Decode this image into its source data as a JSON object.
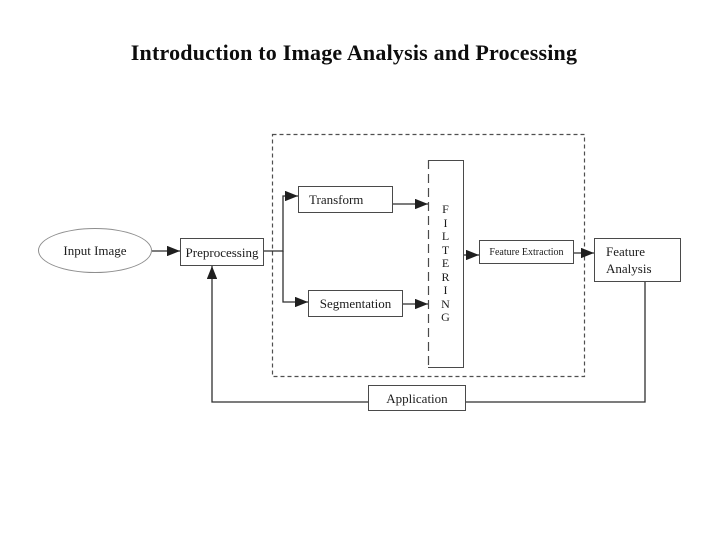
{
  "slide": {
    "title": "Introduction to Image Analysis and Processing"
  },
  "diagram": {
    "nodes": {
      "input_image": {
        "label": "Input Image",
        "shape": "ellipse"
      },
      "preprocessing": {
        "label": "Preprocessing",
        "shape": "rect"
      },
      "transform": {
        "label": "Transform",
        "shape": "rect"
      },
      "segmentation": {
        "label": "Segmentation",
        "shape": "rect"
      },
      "filtering": {
        "label": "FILTERING",
        "stacked_label": "F I L T E R I N G",
        "shape": "tall-rect-dashed-left"
      },
      "feature_extraction": {
        "label": "Feature Extraction",
        "shape": "rect"
      },
      "feature_analysis": {
        "label": "Feature Analysis",
        "shape": "rect"
      },
      "application": {
        "label": "Application",
        "shape": "rect"
      }
    },
    "edges": [
      {
        "from": "input_image",
        "to": "preprocessing"
      },
      {
        "from": "preprocessing",
        "to": "transform"
      },
      {
        "from": "preprocessing",
        "to": "segmentation"
      },
      {
        "from": "transform",
        "to": "filtering"
      },
      {
        "from": "segmentation",
        "to": "filtering"
      },
      {
        "from": "filtering",
        "to": "feature_extraction"
      },
      {
        "from": "feature_extraction",
        "to": "feature_analysis"
      },
      {
        "from": "feature_analysis",
        "to": "application",
        "style": "feedback"
      },
      {
        "from": "application",
        "to": "preprocessing",
        "style": "feedback"
      }
    ],
    "groups": [
      {
        "name": "dashed-boundary",
        "contains": [
          "transform",
          "segmentation",
          "filtering",
          "feature_extraction"
        ]
      }
    ],
    "colors": {
      "background": "#ffffff",
      "line": "#2f2f2f",
      "arrowhead": "#1f1f1f",
      "box_border": "#4a4a4a",
      "ellipse_border": "#8e8e8e",
      "dashed_border": "#4f4f4f",
      "text": "#1c1c1c",
      "title_text": "#0d0d0d"
    }
  }
}
